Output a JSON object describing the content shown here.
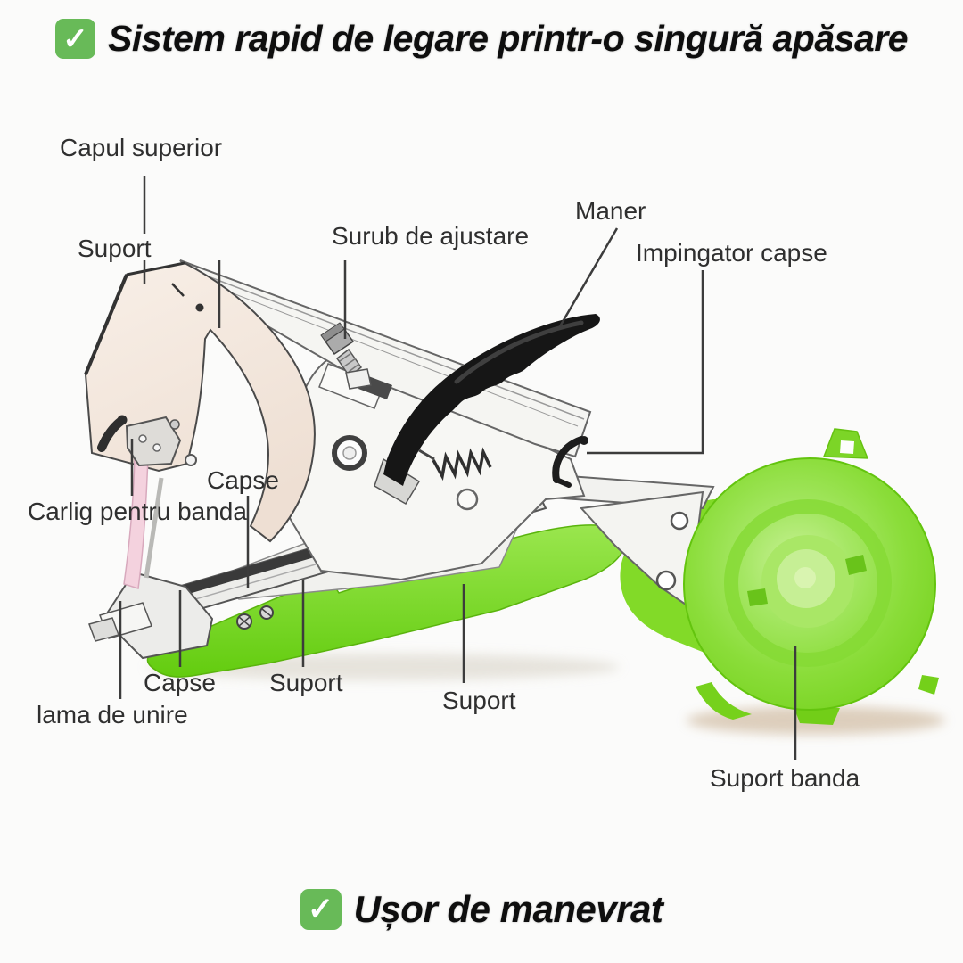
{
  "header": {
    "check_icon": "✓",
    "title": "Sistem rapid de legare printr-o singură apăsare"
  },
  "footer": {
    "check_icon": "✓",
    "text": "Ușor de manevrat"
  },
  "diagram": {
    "labels": {
      "capul_superior": "Capul superior",
      "suport_top": "Suport",
      "surub_ajustare": "Surub de ajustare",
      "maner": "Maner",
      "impingator_capse": "Impingator capse",
      "capse_upper": "Capse",
      "carlig_banda": "Carlig pentru banda",
      "capse_lower": "Capse",
      "lama_unire": "lama de unire",
      "suport_left": "Suport",
      "suport_mid": "Suport",
      "suport_banda": "Suport banda"
    }
  },
  "colors": {
    "check_green": "#68ba58",
    "tool_green": "#76d11c",
    "head_cream": "#f5ebe2",
    "handle_black": "#161616",
    "tape_pink": "#f4d2de",
    "label_text": "#2f2f2f"
  }
}
